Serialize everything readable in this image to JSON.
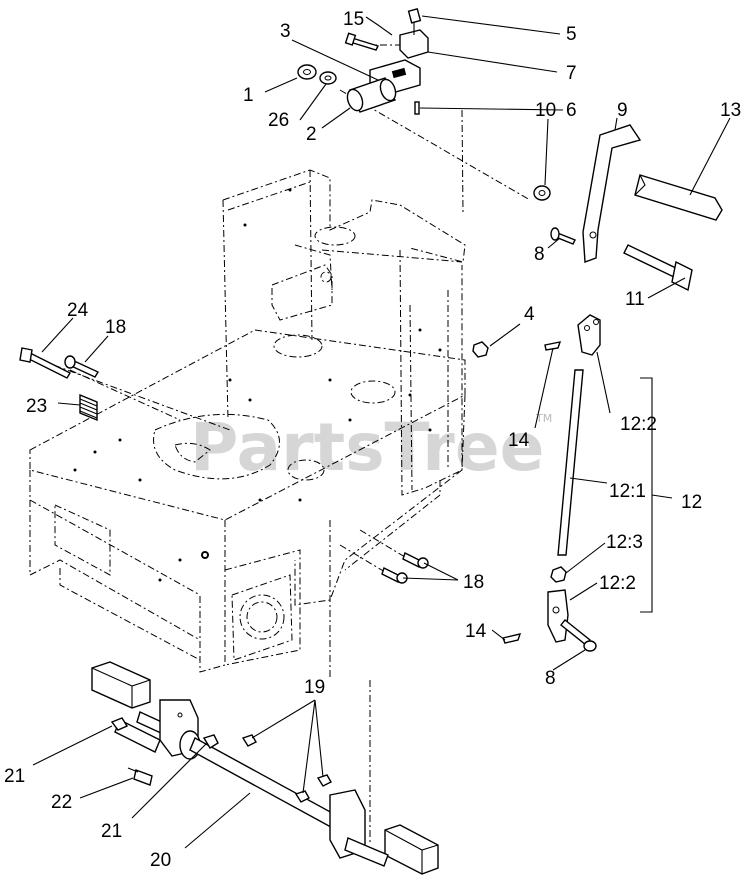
{
  "watermark": {
    "text": "PartsTree",
    "trademark": "TM"
  },
  "callouts": {
    "c1": "1",
    "c2": "2",
    "c3": "3",
    "c4": "4",
    "c5": "5",
    "c6": "6",
    "c7": "7",
    "c8a": "8",
    "c8b": "8",
    "c9": "9",
    "c10": "10",
    "c11": "11",
    "c12": "12",
    "c12_1": "12:1",
    "c12_2a": "12:2",
    "c12_2b": "12:2",
    "c12_3": "12:3",
    "c13": "13",
    "c14a": "14",
    "c14b": "14",
    "c15": "15",
    "c18a": "18",
    "c18b": "18",
    "c19": "19",
    "c20": "20",
    "c21a": "21",
    "c21b": "21",
    "c22": "22",
    "c23": "23",
    "c24": "24",
    "c26": "26"
  }
}
